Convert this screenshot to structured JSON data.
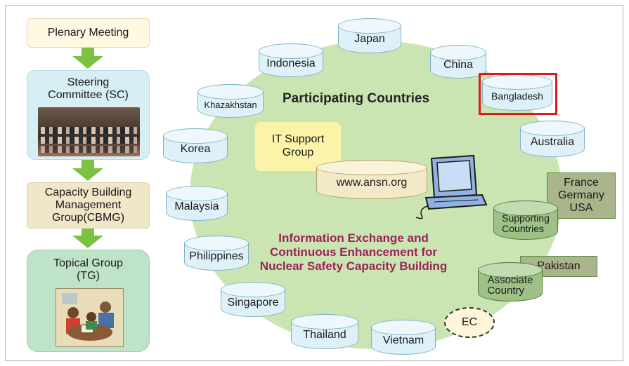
{
  "hierarchy": {
    "plenary": "Plenary Meeting",
    "steering": "Steering\nCommittee (SC)",
    "cbmg": "Capacity Building\nManagement\nGroup(CBMG)",
    "topical": "Topical Group\n(TG)"
  },
  "network": {
    "title": "Participating Countries",
    "it_support": "IT Support\nGroup",
    "website": "www.ansn.org",
    "tagline": "Information Exchange and\nContinuous Enhancement for\nNuclear Safety Capacity Building",
    "countries": {
      "japan": "Japan",
      "indonesia": "Indonesia",
      "china": "China",
      "khazakhstan": "Khazakhstan",
      "bangladesh": "Bangladesh",
      "korea": "Korea",
      "australia": "Australia",
      "malaysia": "Malaysia",
      "philippines": "Philippines",
      "singapore": "Singapore",
      "thailand": "Thailand",
      "vietnam": "Vietnam"
    },
    "supporting_label": "Supporting\nCountries",
    "supporting_members": "France\nGermany\nUSA",
    "associate_label": "Associate\nCountry",
    "associate_member": "Pakistan",
    "ec": "EC"
  },
  "colors": {
    "arrow": "#7cc242",
    "circle": "#cbe5b2",
    "highlight": "#e0191b",
    "tagline": "#9a2257"
  }
}
